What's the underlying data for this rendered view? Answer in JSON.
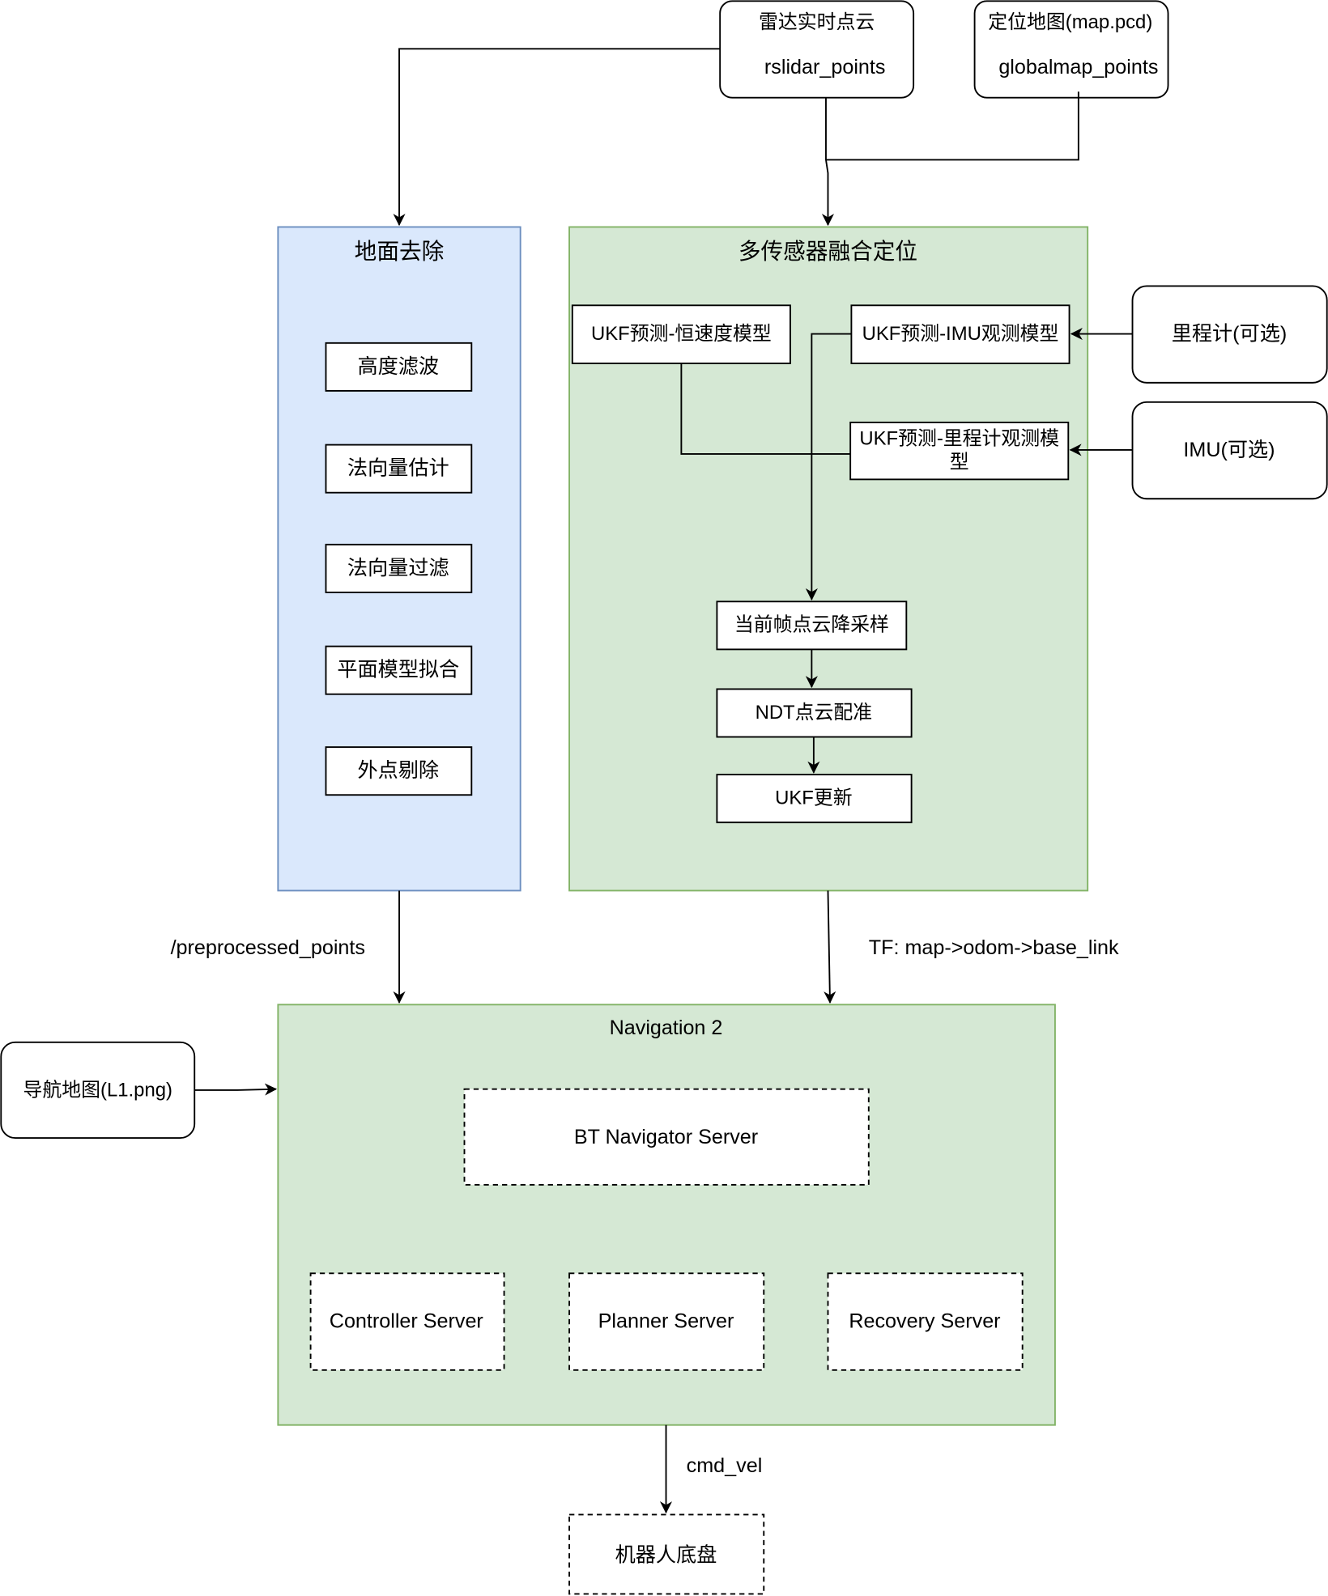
{
  "sources": {
    "lidar": {
      "line1": "雷达实时点云",
      "line2": "rslidar_points"
    },
    "map": {
      "line1": "定位地图(map.pcd)",
      "line2": "globalmap_points"
    }
  },
  "ground_removal": {
    "title": "地面去除",
    "steps": [
      "高度滤波",
      "法向量估计",
      "法向量过滤",
      "平面模型拟合",
      "外点剔除"
    ]
  },
  "fusion": {
    "title": "多传感器融合定位",
    "ukf_cv": "UKF预测-恒速度模型",
    "ukf_imu": "UKF预测-IMU观测模型",
    "ukf_odom_line1": "UKF预测-里程计观测模",
    "ukf_odom_line2": "型",
    "downsample": "当前帧点云降采样",
    "ndt": "NDT点云配准",
    "update": "UKF更新"
  },
  "inputs": {
    "odometer": "里程计(可选)",
    "imu": "IMU(可选)",
    "nav_map": "导航地图(L1.png)"
  },
  "edges": {
    "preprocessed": "/preprocessed_points",
    "tf": "TF: map->odom->base_link",
    "cmd_vel": "cmd_vel"
  },
  "navigation": {
    "title": "Navigation 2",
    "bt": "BT Navigator Server",
    "controller": "Controller Server",
    "planner": "Planner Server",
    "recovery": "Recovery Server"
  },
  "chassis": "机器人底盘",
  "colors": {
    "ground_fill": "#dae8fc",
    "ground_stroke": "#6c8ebf",
    "green_fill": "#d5e8d4",
    "green_stroke": "#82b366"
  }
}
